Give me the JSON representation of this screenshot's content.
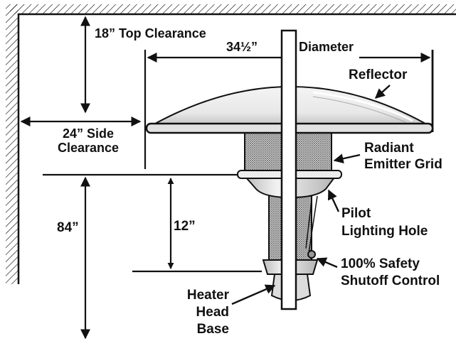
{
  "labels": {
    "top_clearance": "18” Top Clearance",
    "diameter_value": "34½”",
    "diameter_word": "Diameter",
    "reflector": "Reflector",
    "side_clearance_line1": "24” Side",
    "side_clearance_line2": "Clearance",
    "radiant_line1": "Radiant",
    "radiant_line2": "Emitter Grid",
    "pilot_line1": "Pilot",
    "pilot_line2": "Lighting Hole",
    "height_84": "84”",
    "height_12": "12”",
    "safety_line1": "100% Safety",
    "safety_line2": "Shutoff Control",
    "base_line1": "Heater",
    "base_line2": "Head",
    "base_line3": "Base"
  },
  "colors": {
    "ink": "#111111",
    "paper": "#ffffff",
    "metal_light": "#e6e6e6",
    "metal_mid": "#bdbdbd",
    "grid_dot": "#555555"
  }
}
